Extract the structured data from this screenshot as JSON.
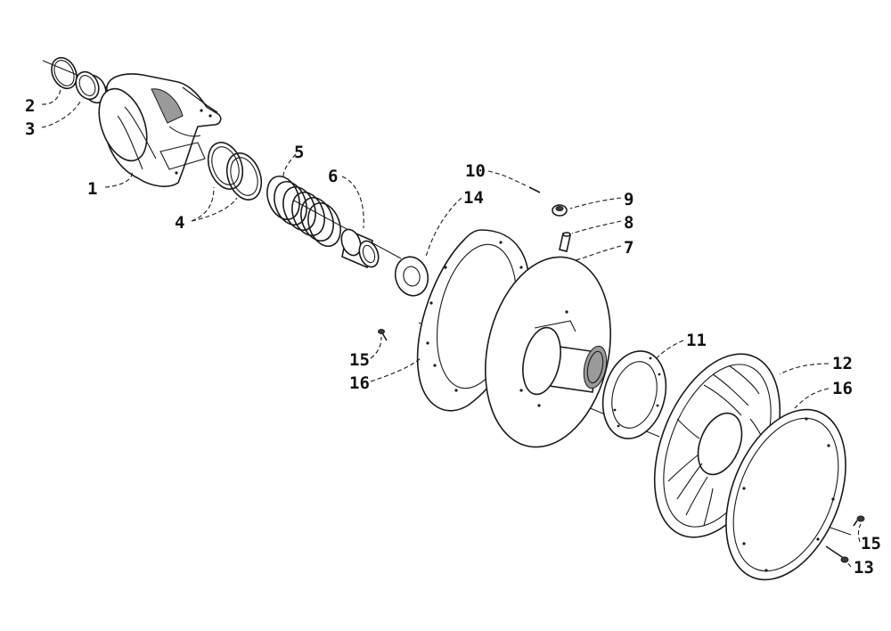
{
  "callouts": {
    "c1": "1",
    "c2": "2",
    "c3": "3",
    "c4": "4",
    "c5": "5",
    "c6": "6",
    "c7": "7",
    "c8": "8",
    "c9": "9",
    "c10": "10",
    "c11": "11",
    "c12": "12",
    "c13": "13",
    "c14": "14",
    "c15a": "15",
    "c15b": "15",
    "c16a": "16",
    "c16b": "16"
  },
  "colors": {
    "line": "#1a1a1a",
    "background": "#ffffff"
  }
}
